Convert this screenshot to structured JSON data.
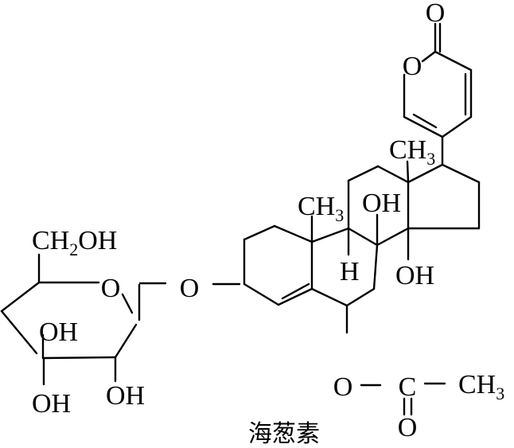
{
  "molecule": {
    "name": "海葱素",
    "lactone": {
      "carbonyl_o": "O",
      "ring_o": "O"
    },
    "c18_methyl": {
      "main": "CH",
      "sub": "3"
    },
    "c19_methyl": {
      "main": "CH",
      "sub": "3"
    },
    "c8_hydroxyl": "OH",
    "c14_hydroxyl": "OH",
    "c9_hydrogen": "H",
    "glycosidic_o": "O",
    "sugar": {
      "ch2oh": {
        "pre": "CH",
        "sub": "2",
        "post": "OH"
      },
      "ring_o": "O",
      "oh_upper": "OH",
      "oh_lower_left": "OH",
      "oh_lower_right": "OH"
    },
    "acetyl": {
      "ester_o": "O",
      "carbon": "C",
      "methyl": {
        "main": "CH",
        "sub": "3"
      },
      "carbonyl_o": "O"
    }
  }
}
